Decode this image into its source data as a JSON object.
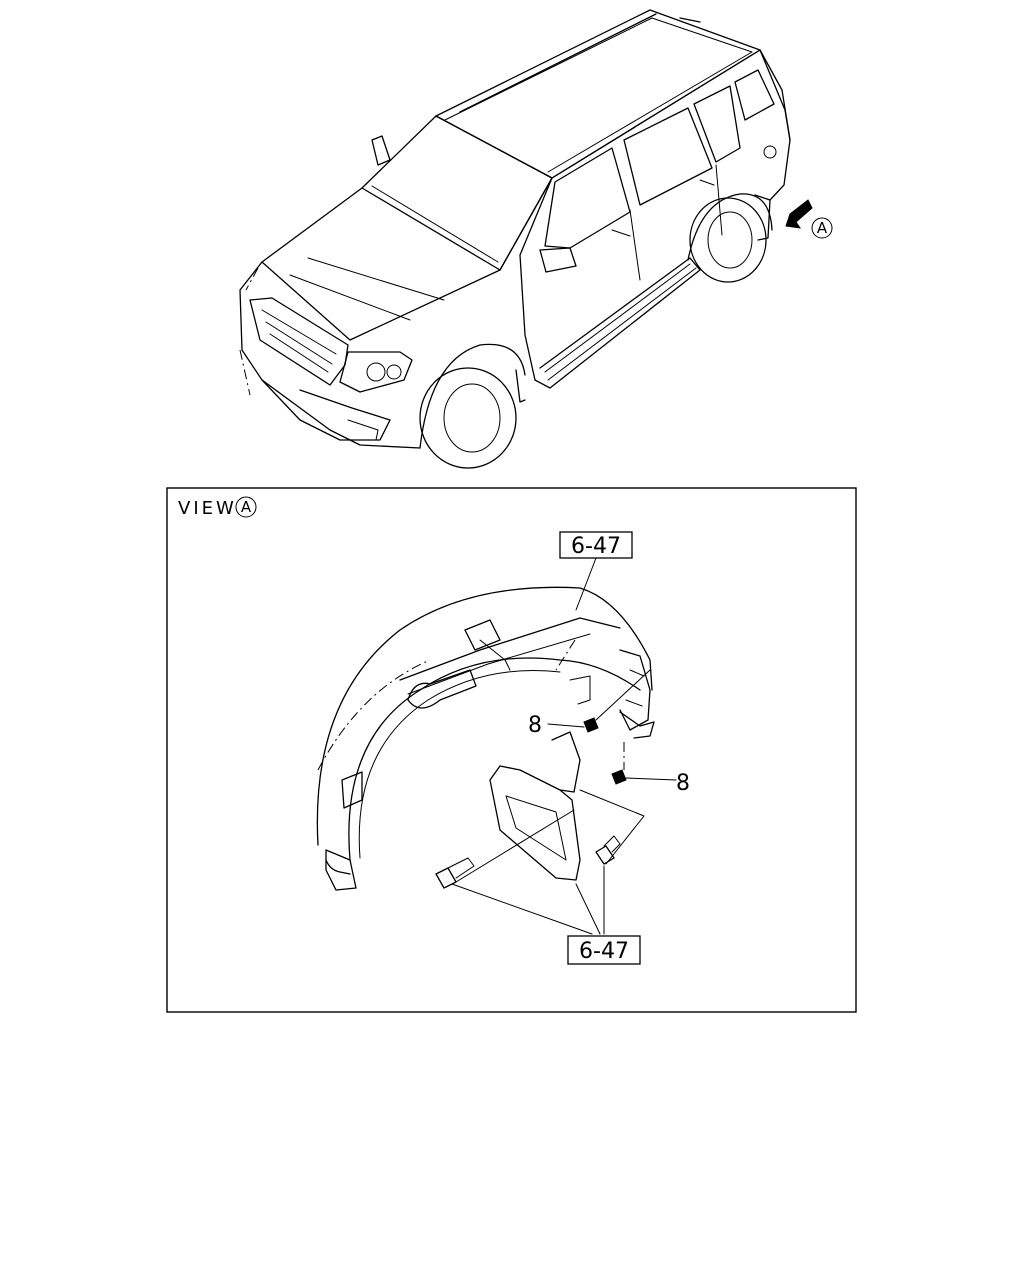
{
  "view_marker": {
    "letter": "A"
  },
  "detail_view": {
    "label": "VIEW",
    "letter": "A"
  },
  "callouts": {
    "ref_top": "6-47",
    "ref_bottom": "6-47",
    "clip_left": "8",
    "clip_right": "8"
  }
}
